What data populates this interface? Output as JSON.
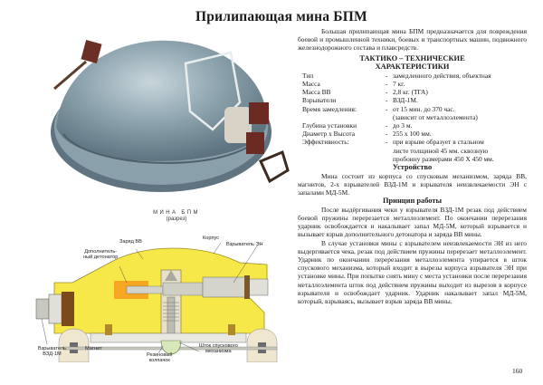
{
  "page": {
    "title": "Прилипающая мина  БПМ",
    "page_number": "160"
  },
  "photo": {
    "caption_line1": "МИНА БПМ",
    "caption_line2": "(разрез)"
  },
  "diagram": {
    "labels": {
      "charge": "Заряд ВВ",
      "body": "Корпус",
      "fuze_en": "Взрыватель ЭН",
      "extra_det_1": "Дополнитель-",
      "extra_det_2": "ный детонатор",
      "fuze_vzd_1": "Взрыватель",
      "fuze_vzd_2": "ВЗД-1М",
      "magnet": "Магнит",
      "rubber_cap_1": "Резиновый",
      "rubber_cap_2": "колпачок",
      "rod_1": "Шток спускового",
      "rod_2": "механизма"
    },
    "colors": {
      "charge": "#f7e84a",
      "detonator": "#f5a623",
      "metal": "#d8d8d0",
      "magnet": "#efe6cf",
      "dark": "#7a5a2a"
    }
  },
  "text": {
    "intro": "Большая прилипающая мина БПМ предназначается для повреждения боевой и промышленной техники, боевых и транспортных машин, подвижного железнодорожного состава и плавсредств.",
    "specs_heading_1": "ТАКТИКО – ТЕХНИЧЕСКИЕ",
    "specs_heading_2": "ХАРАКТЕРИСТИКИ",
    "specs": [
      {
        "key": "Тип",
        "value": "замедленного действия, объектная",
        "cont": []
      },
      {
        "key": "Масса",
        "value": "7 кг.",
        "cont": []
      },
      {
        "key": "Масса ВВ",
        "value": "2,8 кг. (ТГА)",
        "cont": []
      },
      {
        "key": "Взрыватели",
        "value": "ВЗД-1М.",
        "cont": []
      },
      {
        "key": "Время замедления:",
        "value": "от 15 мин. до 370 час.",
        "cont": [
          "(зависит от металлоэлемента)"
        ]
      },
      {
        "key": "Глубина установки",
        "value": "до 3 м.",
        "cont": []
      },
      {
        "key": "Диаметр  х  Высота",
        "value": "255 х 100 мм.",
        "cont": []
      },
      {
        "key": "Эффективность:",
        "value": "при взрыве  образует  в  стальном",
        "cont": [
          "листе толщиной 45 мм. сквозную",
          "пробоину размерами   450 Х 450 мм."
        ]
      }
    ],
    "device_heading": "Устройство",
    "device": "Мина состоит из корпуса со спусковым механизмом, заряда ВВ, магнитов, 2-х взрывателей ВЗД-1М и взрывателя неизвлекаемости ЭН с запалами МД-5М.",
    "principle_heading": "Принцип работы",
    "principle_1": "После выдёргивания чеки у взрывателя ВЗД-1М резак под действием боевой пружины перерезается металлоэлемент. По окончании перерезания ударник освобождается и накалывает запал МД-5М, который взрывается и вызывает взрыв дополнительного детонатора и заряда ВВ мины.",
    "principle_2": "В случае установки мины с взрывателем неизвлекаемости ЭН из него выдергивается чека, резак под действием пружины перерезает металлоэлемент. Ударник по окончании перерезания металлоэлемента упирается в шток спускового механизма, который входит в вырезы корпуса взрывателя ЭН при установке мины. При попытке снять мину с места установки после перерезания металлоэлемента шток под действием пружины выходит из вырезов в корпусе взрывателя и освобождает ударник. Ударник накалывает запал МД-5М, который, взрываясь, вызывает взрыв заряда ВВ мины."
  }
}
